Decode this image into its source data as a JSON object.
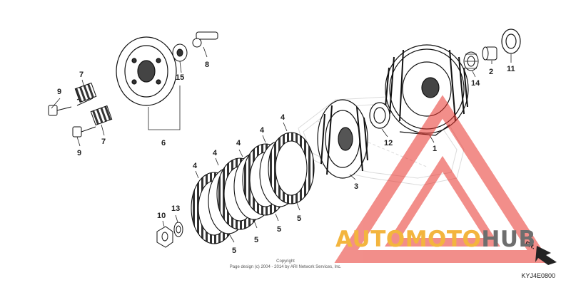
{
  "callouts": [
    "1",
    "2",
    "3",
    "4",
    "4",
    "4",
    "4",
    "4",
    "4",
    "5",
    "5",
    "5",
    "5",
    "5",
    "6",
    "7",
    "7",
    "8",
    "9",
    "9",
    "10",
    "11",
    "12",
    "13",
    "14",
    "15"
  ],
  "copyright": {
    "title": "Copyright",
    "text": "Page design (c) 2004 - 2014 by ARI Network Services, Inc."
  },
  "diagram_code": "KYJ4E0800",
  "watermark": {
    "part1": "AUTOMOTO",
    "part2": "HUB",
    "colors": {
      "gold": "#f3b53e",
      "red": "#e8332b",
      "gray": "#6e6e6e"
    }
  },
  "direction_label": "FR."
}
